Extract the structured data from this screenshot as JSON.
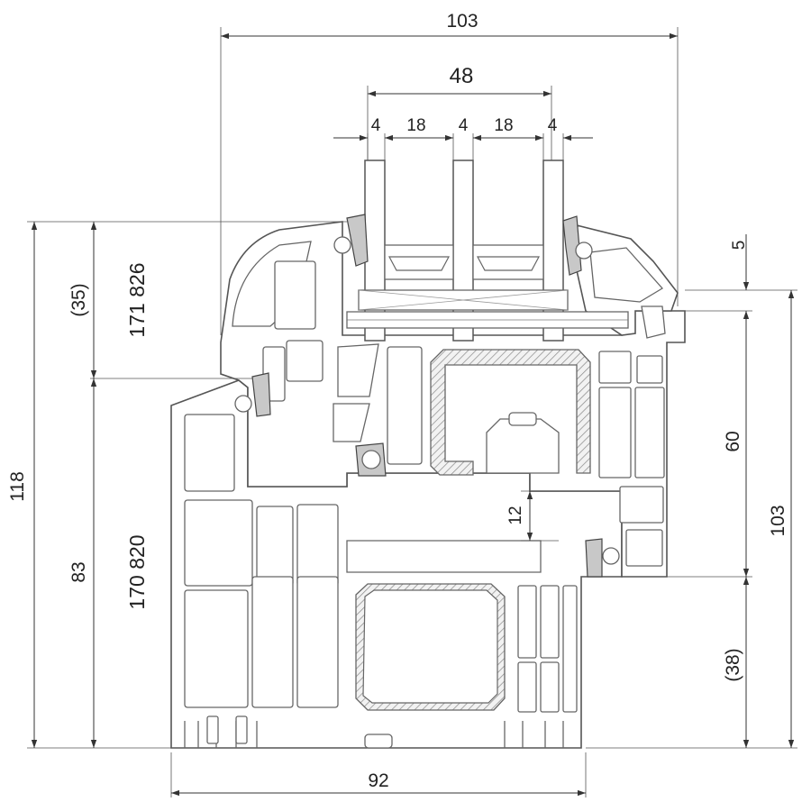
{
  "dimensions": {
    "overall_width_top": "103",
    "glass_pack": "48",
    "pane_left": "4",
    "gap_left": "18",
    "pane_mid": "4",
    "gap_right": "18",
    "pane_right": "4",
    "overall_height": "118",
    "sash_height_paren": "(35)",
    "sash_profile_code": "171 826",
    "frame_height": "83",
    "frame_profile_code": "170 820",
    "top_step": "5",
    "middle_height": "60",
    "right_total": "103",
    "bottom_paren": "(38)",
    "rebate": "12",
    "bottom_width": "92"
  }
}
